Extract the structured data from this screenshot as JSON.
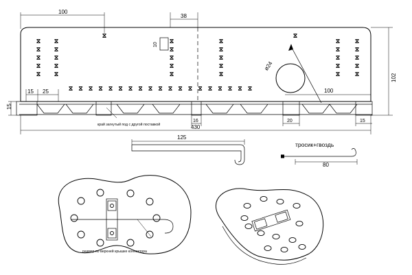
{
  "dimensions": {
    "top_left": "100",
    "top_mid": "38",
    "slot_h": "10",
    "left_15": "15",
    "left_25": "25",
    "side_15": "15",
    "circle_d": "ø24",
    "right_100": "100",
    "height_102": "102",
    "total_430": "430",
    "gap_16": "16",
    "gap_20": "20",
    "end_15": "15",
    "rod_125": "125",
    "wire_80": "80"
  },
  "notes": {
    "fold_note": "край загнутый под с другой поставкой",
    "wire_label": "тросик+гвоздь",
    "plate_note": "размер по верхней крышке коннектора"
  },
  "colors": {
    "ink": "#000000",
    "paper": "#ffffff"
  }
}
